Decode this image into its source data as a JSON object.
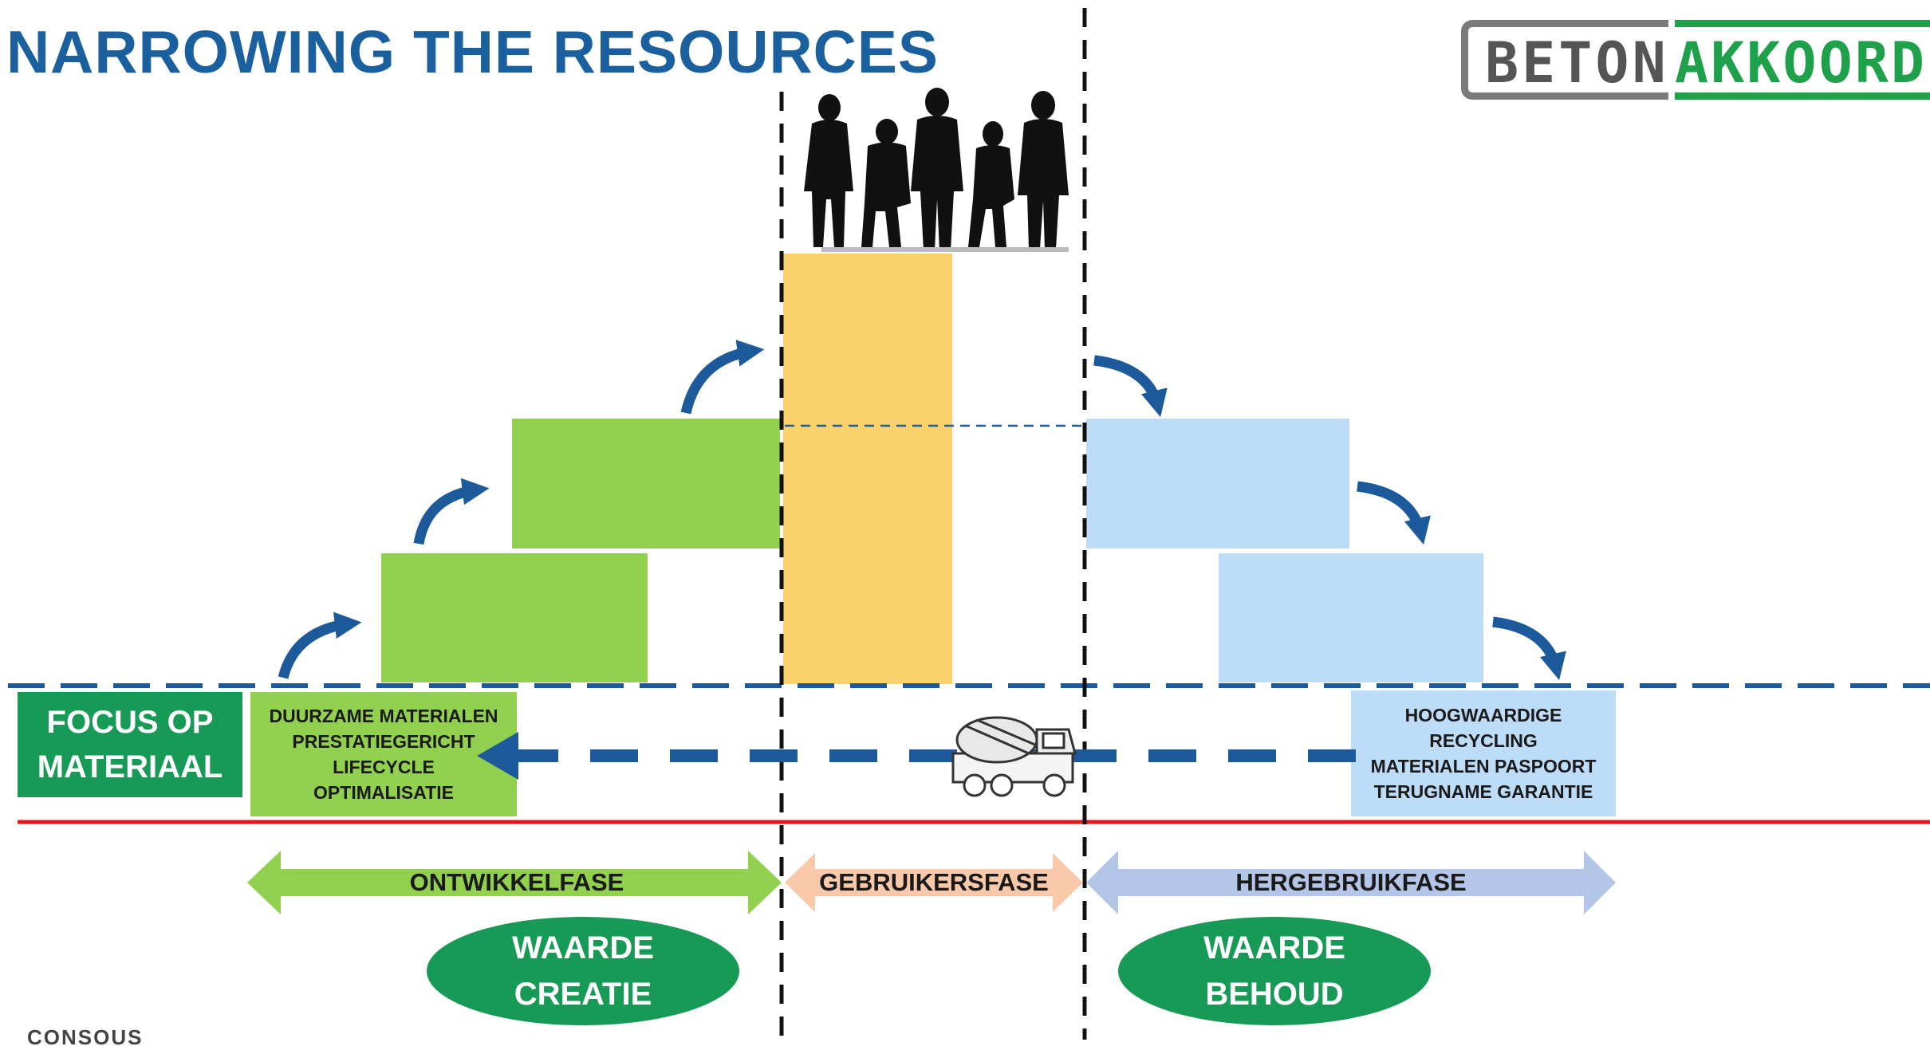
{
  "title": "NARROWING THE RESOURCES",
  "logo": {
    "left": "BETON",
    "right": "AKKOORD"
  },
  "focus": {
    "line1": "FOCUS OP",
    "line2": "MATERIAAL"
  },
  "left_list": [
    "DUURZAME MATERIALEN",
    "PRESTATIEGERICHT",
    "LIFECYCLE",
    "OPTIMALISATIE"
  ],
  "right_list": [
    "HOOGWAARDIGE",
    "RECYCLING",
    "MATERIALEN PASPOORT",
    "TERUGNAME GARANTIE"
  ],
  "phases": {
    "develop": "ONTWIKKELFASE",
    "use": "GEBRUIKERSFASE",
    "reuse": "HERGEBRUIKFASE"
  },
  "ovals": {
    "creation": {
      "line1": "WAARDE",
      "line2": "CREATIE"
    },
    "retention": {
      "line1": "WAARDE",
      "line2": "BEHOUD"
    }
  },
  "footer": "CONSOUS",
  "colors": {
    "green_block": "#92d050",
    "blue_block": "#bddcf7",
    "yellow_block": "#fbd26b",
    "arrow_blue": "#1d5a9c",
    "dark_green": "#189a57",
    "red_line": "#e0181b"
  }
}
